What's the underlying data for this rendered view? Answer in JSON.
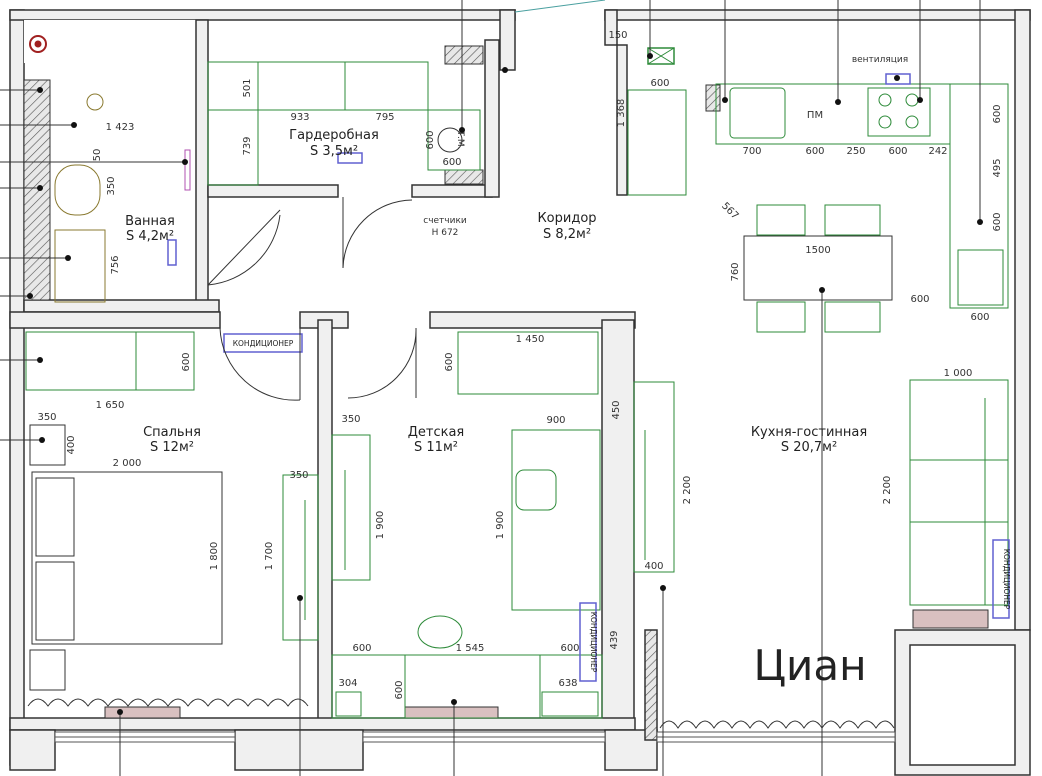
{
  "rooms": {
    "bathroom": {
      "name": "Ванная",
      "area": "S 4,2м²"
    },
    "wardrobe": {
      "name": "Гардеробная",
      "area": "S 3,5м²"
    },
    "corridor": {
      "name": "Коридор",
      "area": "S 8,2м²"
    },
    "bedroom": {
      "name": "Спальня",
      "area": "S 12м²"
    },
    "kids": {
      "name": "Детская",
      "area": "S 11м²"
    },
    "kitchen": {
      "name": "Кухня-гостинная",
      "area": "S 20,7м²"
    }
  },
  "labels": {
    "ventilation": "вентиляция",
    "meters": "счетчики",
    "meters_h": "Н 672",
    "ac": "КОНДИЦИОНЕР",
    "pm": "ПМ",
    "tm": "Т.М.",
    "watermark": "Циан"
  },
  "dims": {
    "d1423": "1 423",
    "d50": "50",
    "d350a": "350",
    "d756": "756",
    "d501": "501",
    "d933": "933",
    "d795": "795",
    "d739": "739",
    "d600w": "600",
    "d600b": "600",
    "d150": "150",
    "d600c": "600",
    "d1368": "1 368",
    "k700": "700",
    "k600a": "600",
    "k250": "250",
    "k600b": "600",
    "k242": "242",
    "r600a": "600",
    "r495": "495",
    "r600b": "600",
    "d567": "567",
    "d1500": "1500",
    "d760": "760",
    "d600t": "600",
    "d600r": "600",
    "b600": "600",
    "b1650": "1 650",
    "b350": "350",
    "b400": "400",
    "b2000": "2 000",
    "b1800": "1 800",
    "b1700": "1 700",
    "b350w": "350",
    "c350": "350",
    "c1900a": "1 900",
    "c600a": "600",
    "c1450": "1 450",
    "c900": "900",
    "c450": "450",
    "c1900b": "1 900",
    "c600b": "600",
    "c1545": "1 545",
    "c600c": "600",
    "c439": "439",
    "c304": "304",
    "c600d": "600",
    "c638": "638",
    "l2200a": "2 200",
    "l400": "400",
    "l1000": "1 000",
    "l2200b": "2 200"
  },
  "colors": {
    "wall": "#333333",
    "furniture": "#2e8b3a",
    "accent": "#6060d0",
    "radiator": "#d9c0c0"
  }
}
